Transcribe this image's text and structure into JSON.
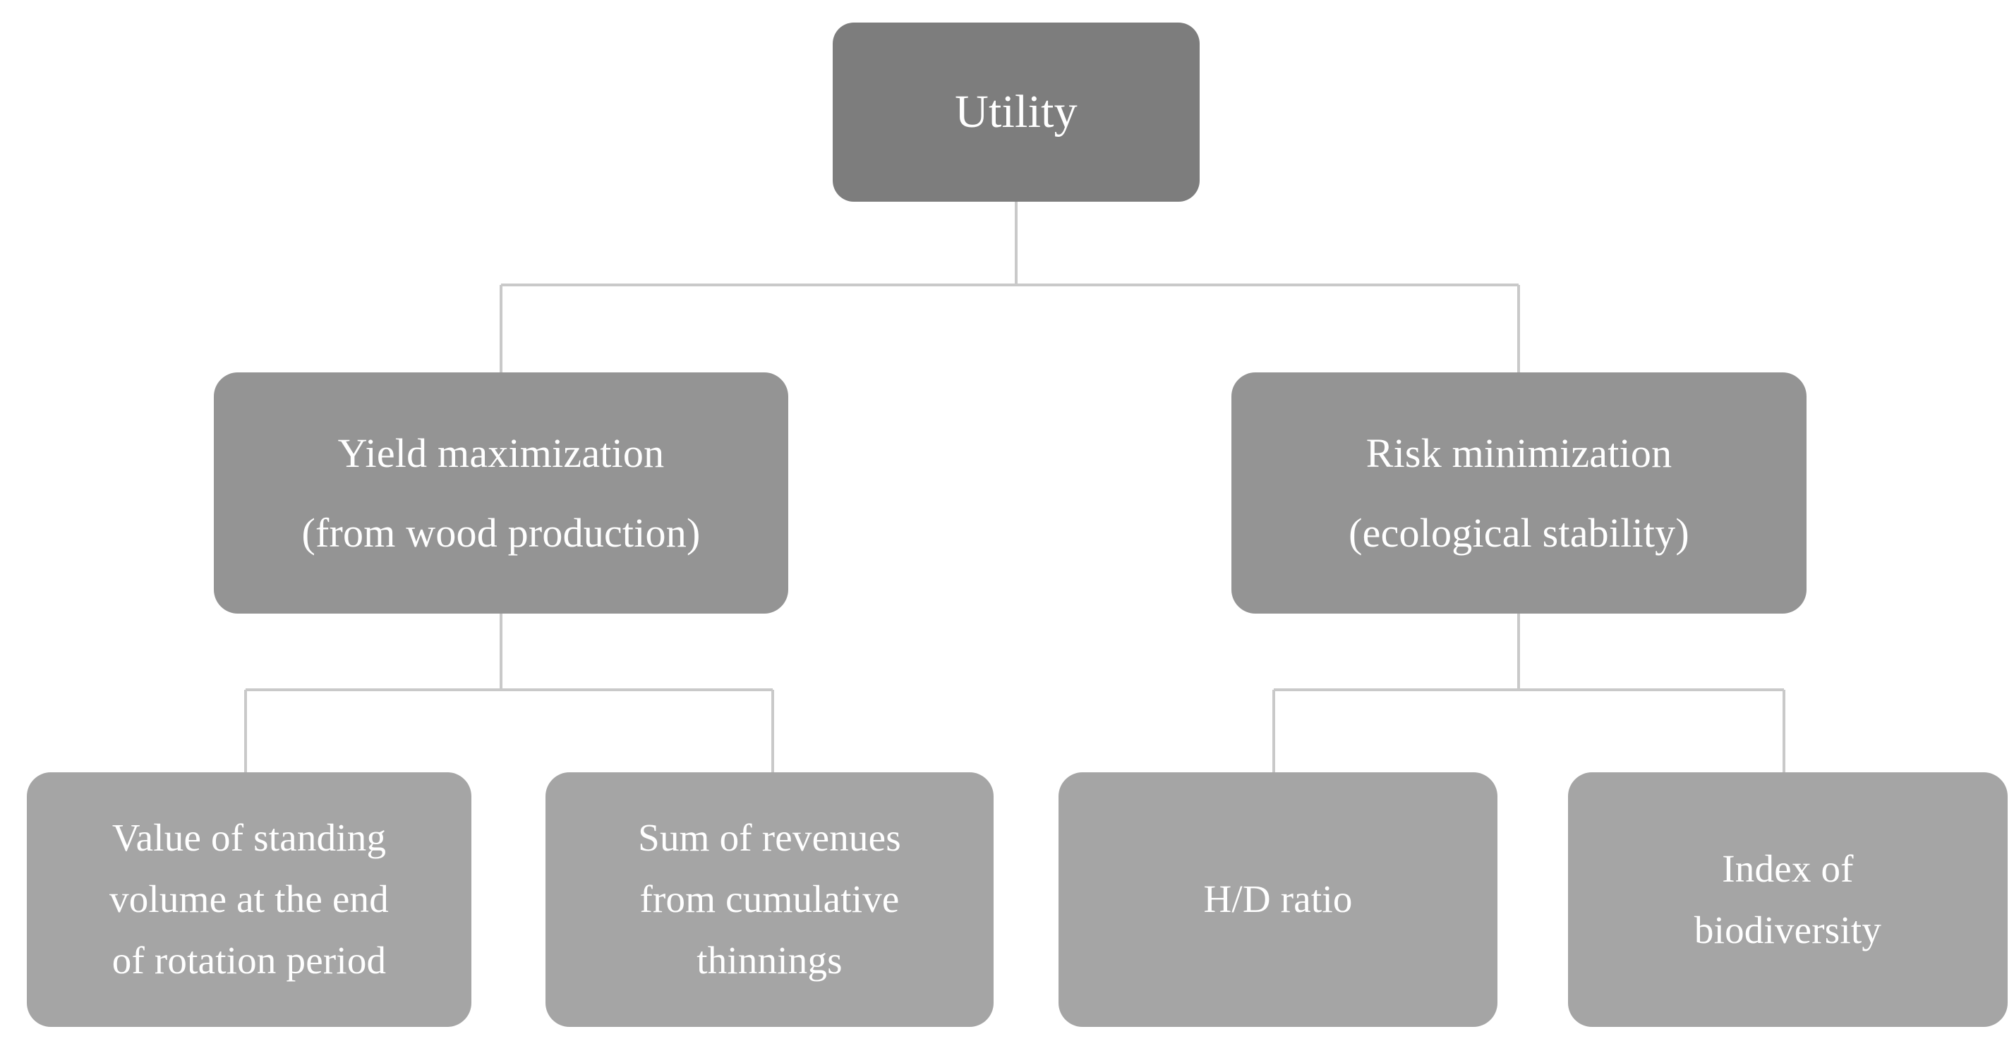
{
  "diagram": {
    "type": "hierarchy-tree",
    "title": "Utility",
    "orientation": "top-down",
    "levels": 3,
    "colors": {
      "root_fill": "#7d7d7d",
      "objective_fill": "#949494",
      "criterion_fill": "#a5a5a5",
      "connector": "#c9c9c9",
      "text": "#ffffff",
      "background": "#ffffff"
    }
  },
  "root": {
    "label": "Utility",
    "lines": [
      "Utility"
    ]
  },
  "objectives": [
    {
      "id": "yield-maximization",
      "lines": [
        "Yield maximization",
        "(from wood production)"
      ],
      "line1": "Yield maximization",
      "line2": "(from wood production)"
    },
    {
      "id": "risk-minimization",
      "lines": [
        "Risk minimization",
        "(ecological stability)"
      ],
      "line1": "Risk minimization",
      "line2": "(ecological stability)"
    }
  ],
  "criteria": [
    {
      "id": "value-of-standing-volume",
      "parent": "yield-maximization",
      "lines": [
        "Value of standing",
        "volume at the end",
        "of rotation period"
      ],
      "line1": "Value of standing",
      "line2": "volume at the end",
      "line3": "of rotation period"
    },
    {
      "id": "sum-of-revenues",
      "parent": "yield-maximization",
      "lines": [
        "Sum of revenues",
        "from cumulative",
        "thinnings"
      ],
      "line1": "Sum of revenues",
      "line2": "from cumulative",
      "line3": "thinnings"
    },
    {
      "id": "hd-ratio",
      "parent": "risk-minimization",
      "lines": [
        "H/D ratio"
      ],
      "line1": "H/D ratio",
      "line2": "",
      "line3": ""
    },
    {
      "id": "index-of-biodiversity",
      "parent": "risk-minimization",
      "lines": [
        "Index of",
        "biodiversity"
      ],
      "line1": "Index of",
      "line2": "biodiversity",
      "line3": ""
    }
  ]
}
